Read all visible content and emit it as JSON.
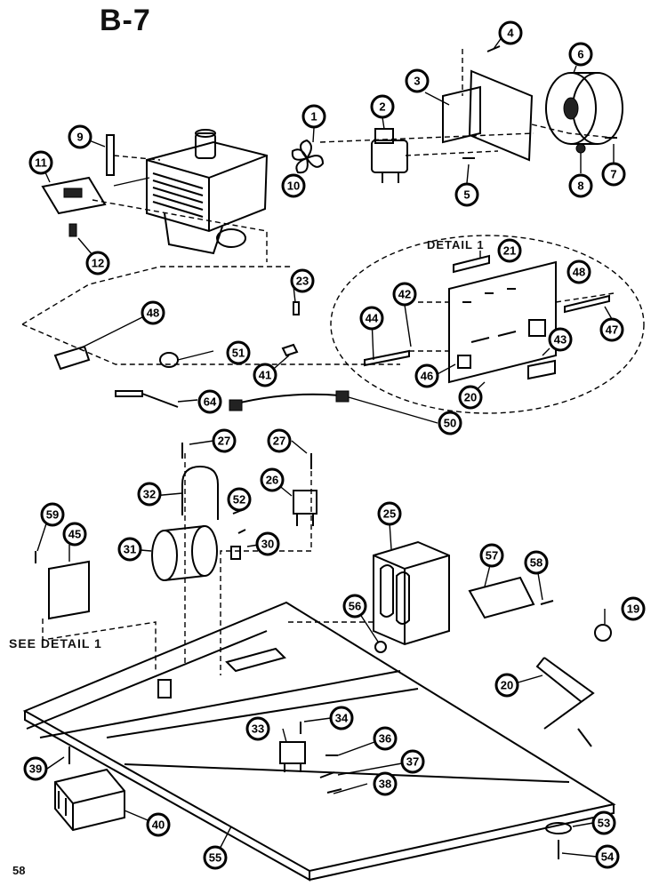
{
  "page": {
    "title": "B-7",
    "page_number": "58",
    "see_detail_label": "SEE DETAIL 1",
    "detail_label": "DETAIL 1"
  },
  "callouts": [
    {
      "id": "c1",
      "label": "1"
    },
    {
      "id": "c2",
      "label": "2"
    },
    {
      "id": "c3",
      "label": "3"
    },
    {
      "id": "c4",
      "label": "4"
    },
    {
      "id": "c5",
      "label": "5"
    },
    {
      "id": "c6",
      "label": "6"
    },
    {
      "id": "c7",
      "label": "7"
    },
    {
      "id": "c8",
      "label": "8"
    },
    {
      "id": "c9",
      "label": "9"
    },
    {
      "id": "c10",
      "label": "10"
    },
    {
      "id": "c11",
      "label": "11"
    },
    {
      "id": "c12",
      "label": "12"
    },
    {
      "id": "c21",
      "label": "21"
    },
    {
      "id": "c23",
      "label": "23"
    },
    {
      "id": "c42",
      "label": "42"
    },
    {
      "id": "c48a",
      "label": "48"
    },
    {
      "id": "c48b",
      "label": "48"
    },
    {
      "id": "c51",
      "label": "51"
    },
    {
      "id": "c41",
      "label": "41"
    },
    {
      "id": "c44",
      "label": "44"
    },
    {
      "id": "c47",
      "label": "47"
    },
    {
      "id": "c43",
      "label": "43"
    },
    {
      "id": "c46",
      "label": "46"
    },
    {
      "id": "c20a",
      "label": "20"
    },
    {
      "id": "c64",
      "label": "64"
    },
    {
      "id": "c50",
      "label": "50"
    },
    {
      "id": "c27a",
      "label": "27"
    },
    {
      "id": "c27b",
      "label": "27"
    },
    {
      "id": "c26",
      "label": "26"
    },
    {
      "id": "c32",
      "label": "32"
    },
    {
      "id": "c52",
      "label": "52"
    },
    {
      "id": "c59",
      "label": "59"
    },
    {
      "id": "c45",
      "label": "45"
    },
    {
      "id": "c31",
      "label": "31"
    },
    {
      "id": "c30",
      "label": "30"
    },
    {
      "id": "c25",
      "label": "25"
    },
    {
      "id": "c57",
      "label": "57"
    },
    {
      "id": "c58",
      "label": "58"
    },
    {
      "id": "c56",
      "label": "56"
    },
    {
      "id": "c19",
      "label": "19"
    },
    {
      "id": "c20b",
      "label": "20"
    },
    {
      "id": "c34",
      "label": "34"
    },
    {
      "id": "c33",
      "label": "33"
    },
    {
      "id": "c36",
      "label": "36"
    },
    {
      "id": "c37",
      "label": "37"
    },
    {
      "id": "c38",
      "label": "38"
    },
    {
      "id": "c39",
      "label": "39"
    },
    {
      "id": "c40",
      "label": "40"
    },
    {
      "id": "c55",
      "label": "55"
    },
    {
      "id": "c53",
      "label": "53"
    },
    {
      "id": "c54",
      "label": "54"
    }
  ]
}
